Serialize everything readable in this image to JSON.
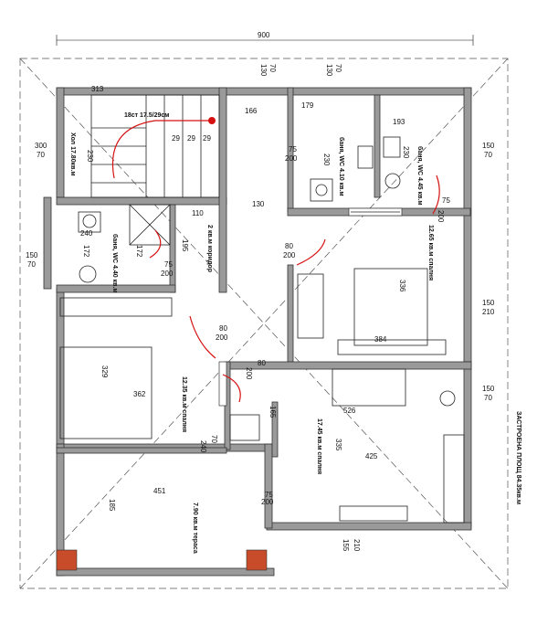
{
  "overall": {
    "width_dim": "900",
    "built_area": "ЗАСТРОЕНА ПЛОЩ 84.35кв.м"
  },
  "rooms": {
    "stair_label": "18ст 17.5/29см",
    "hall": "Хол 17.80кв.м",
    "bath1": "баня, WC 4.10 кв.м",
    "bath2": "баня, WC 4.45 кв.м",
    "bath3": "баня, WC 4.40 кв.м",
    "corridor": "2 кв.м коридор",
    "bedroom_ne": "12.65 кв.м спалня",
    "bedroom_w": "12.35 кв.м спалня",
    "bedroom_se": "17.45 кв.м спалня",
    "terrace": "7.90 кв.м тераса"
  },
  "dims": {
    "d313": "313",
    "d166": "166",
    "d179": "179",
    "d193": "193",
    "d29a": "29",
    "d29b": "29",
    "d29c": "29",
    "d230a": "230",
    "d230b": "230",
    "d230c": "230",
    "d75a": "75",
    "d200a": "200",
    "d240": "240",
    "d110": "110",
    "d130": "130",
    "d172a": "172",
    "d172b": "172",
    "d195": "195",
    "d75b": "75",
    "d200b": "200",
    "d80a": "80",
    "d200c": "200",
    "d75c": "75",
    "d200d": "200",
    "d336": "336",
    "d384": "384",
    "d80b": "80",
    "d200e": "200",
    "d80c": "80",
    "d200f": "200",
    "d329": "329",
    "d362": "362",
    "d165": "165",
    "d526": "526",
    "d425": "425",
    "d335": "335",
    "d70a": "70",
    "d240b": "240",
    "d451": "451",
    "d185": "185",
    "d75e": "75",
    "d200g": "200",
    "top_130a": "130",
    "top_70a": "70",
    "top_130b": "130",
    "top_70b": "70",
    "left_300": "300",
    "left_70": "70",
    "left_150": "150",
    "left_70b": "70",
    "right_150a": "150",
    "right_70a": "70",
    "right_150b": "150",
    "right_210a": "210",
    "right_150c": "150",
    "right_70c": "70",
    "bottom_210": "210",
    "bottom_155": "155"
  }
}
